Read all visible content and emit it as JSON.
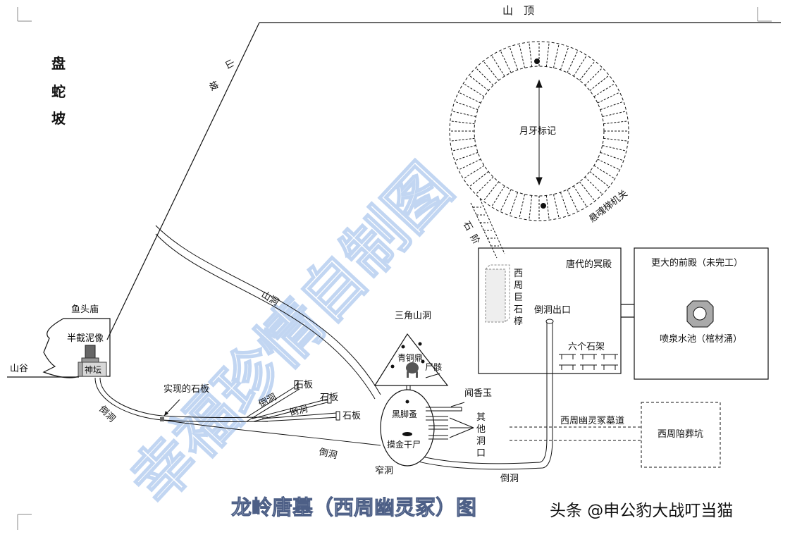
{
  "labels": {
    "top_peak": "山　顶",
    "slope": [
      "山",
      "坡"
    ],
    "coil_slope": [
      "盘",
      "蛇",
      "坡"
    ],
    "valley": "山谷",
    "fishhead_temple": "鱼头庙",
    "half_clay_statue": "半截泥像",
    "altar": "神坛",
    "mountain_cave": "山洞",
    "inverted_cave_1": "倒洞",
    "realized_slab": "实现的石板",
    "inverted_cave_2": "倒洞",
    "inverted_cave_3": "倒洞",
    "slab_1": "石板",
    "slab_2": "石板",
    "slab_3": "石板",
    "triangle_cave": "三角山洞",
    "bronze_ding": "青铜鼎",
    "corpse": "尸骸",
    "wenxiang_jade": "闻香玉",
    "black_ramie": "黑脚蚤",
    "mojin_corpse": "摸金干尸",
    "other_caves": [
      "其",
      "他",
      "洞",
      "口"
    ],
    "inverted_cave_4": "倒洞",
    "narrow_cave": "窄洞",
    "inverted_cave_5": "倒洞",
    "tomb_passage": "西周幽灵冢墓道",
    "burial_pit": "西周陪葬坑",
    "stone_steps": [
      "石",
      "阶"
    ],
    "moon_mark": "月牙标记",
    "hanging_soul": "悬魂梯机关",
    "tang_hall": "唐代的冥殿",
    "stone_coffin": [
      "西",
      "周",
      "巨",
      "石",
      "椁"
    ],
    "inverted_exit": "倒洞出口",
    "six_racks": "六个石架",
    "front_hall": "更大的前殿（未完工）",
    "fountain": "喷泉水池（棺材涌）"
  },
  "footer": {
    "title": "龙岭唐墓（西周幽灵冢）图",
    "credit": "头条 @申公豹大战叮当猫"
  },
  "watermark": "幸福珍情自制图",
  "colors": {
    "line": "#111111",
    "watermark": "#b8cff0",
    "title_fill": "#c9d3e6",
    "title_stroke": "#4d5f86"
  }
}
